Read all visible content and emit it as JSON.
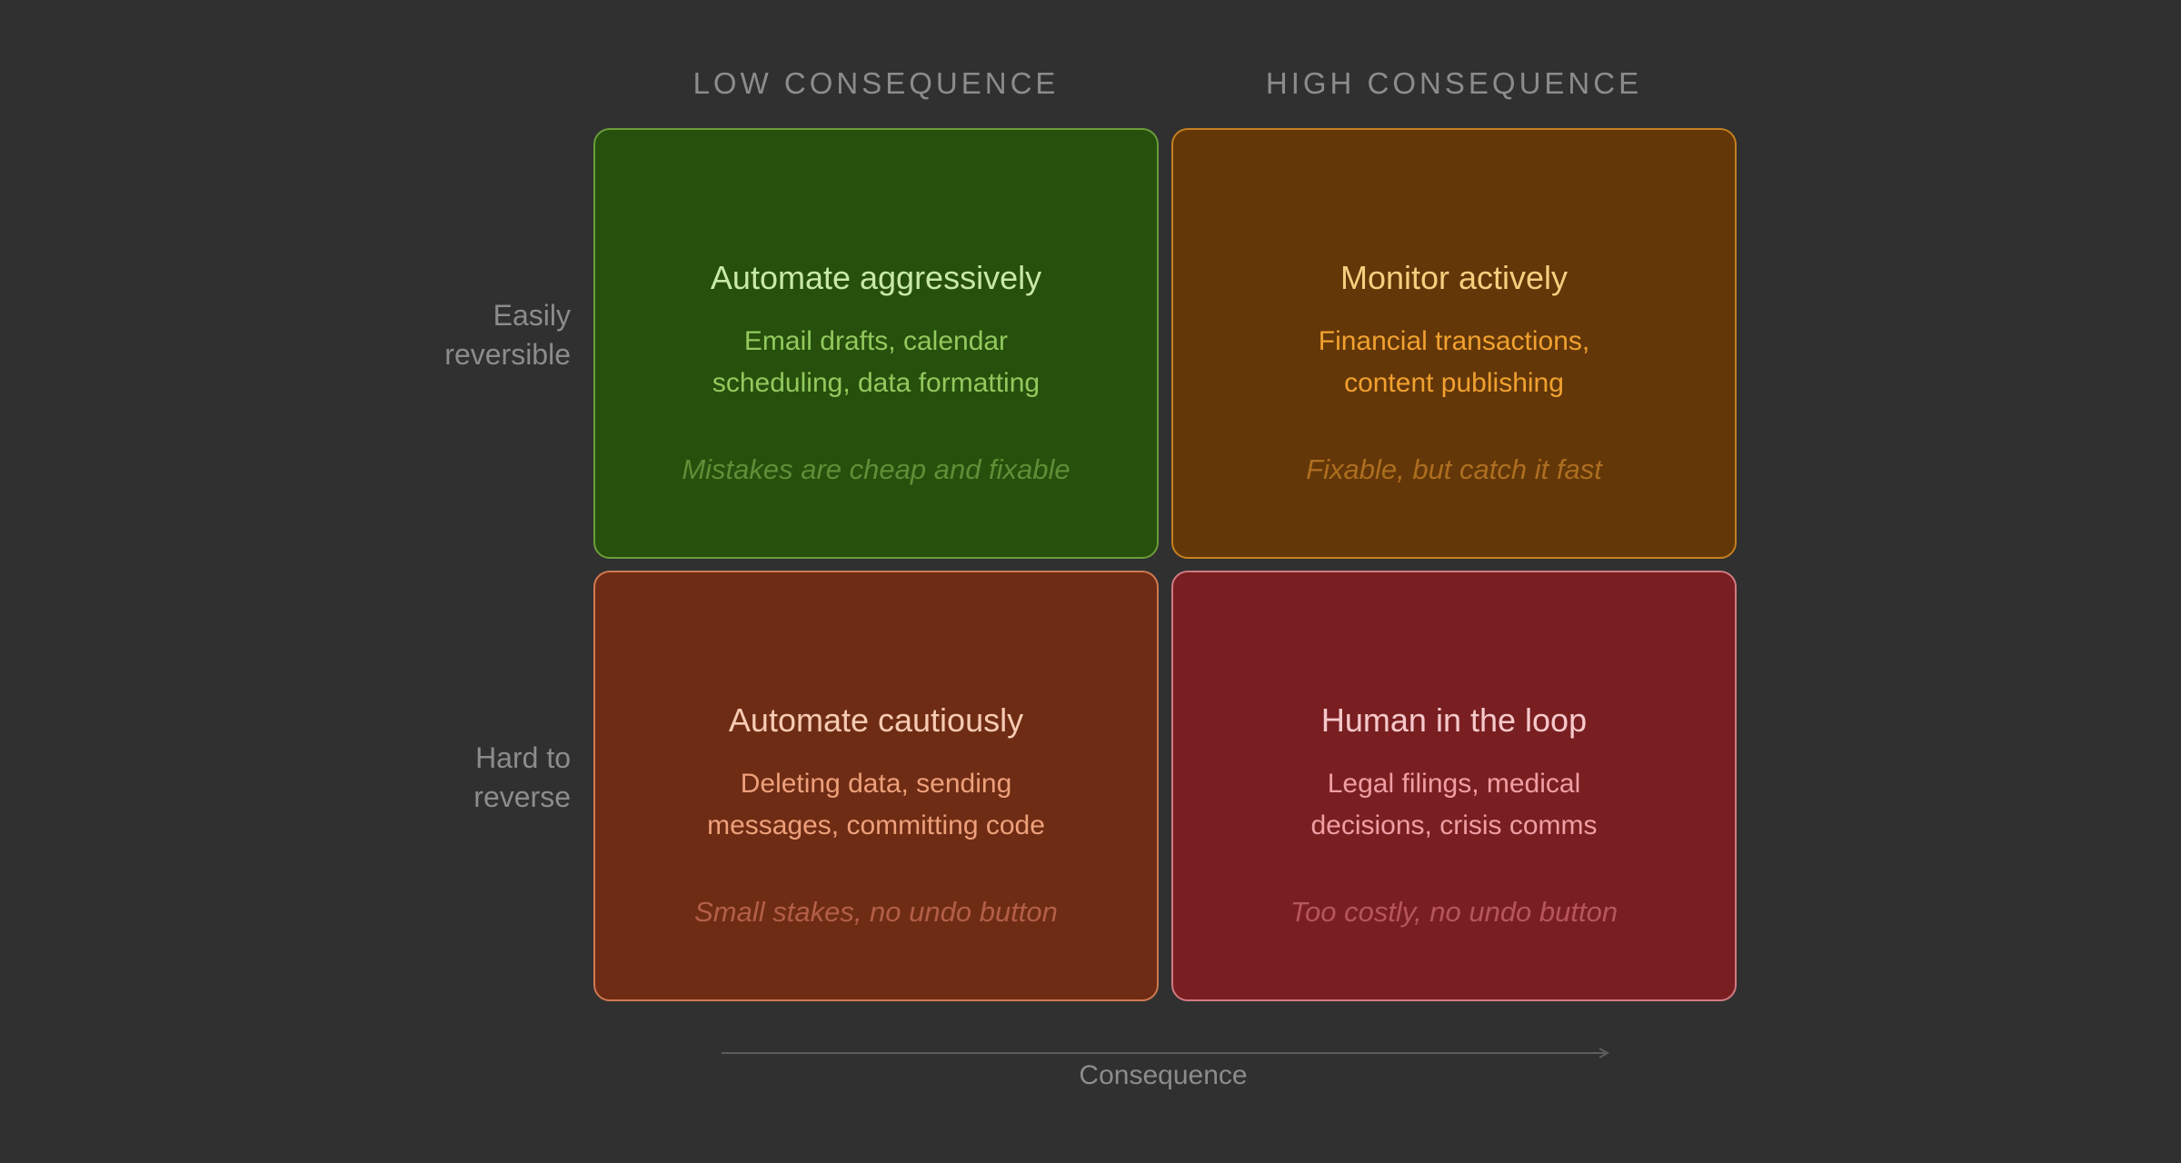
{
  "column_headers": {
    "low": "LOW CONSEQUENCE",
    "high": "HIGH CONSEQUENCE"
  },
  "row_labels": {
    "top": [
      "Easily",
      "reversible"
    ],
    "bottom": [
      "Hard to",
      "reverse"
    ]
  },
  "quadrants": {
    "top_left": {
      "title": "Automate aggressively",
      "examples": [
        "Email drafts, calendar",
        "scheduling, data formatting"
      ],
      "note": "Mistakes are cheap and fixable",
      "fill": "#26500c",
      "border": "#6b9d3a"
    },
    "top_right": {
      "title": "Monitor actively",
      "examples": [
        "Financial transactions,",
        "content publishing"
      ],
      "note": "Fixable, but catch it fast",
      "fill": "#633708",
      "border": "#c6801e"
    },
    "bottom_left": {
      "title": "Automate cautiously",
      "examples": [
        "Deleting data, sending",
        "messages, committing code"
      ],
      "note": "Small stakes, no undo button",
      "fill": "#6f2c14",
      "border": "#cf7a52"
    },
    "bottom_right": {
      "title": "Human in the loop",
      "examples": [
        "Legal filings, medical",
        "decisions, crisis comms"
      ],
      "note": "Too costly, no undo button",
      "fill": "#791f21",
      "border": "#d07a82"
    }
  },
  "axis": {
    "x_label": "Consequence"
  },
  "colors": {
    "background": "#303030",
    "muted_text": "#8c8c8c"
  }
}
